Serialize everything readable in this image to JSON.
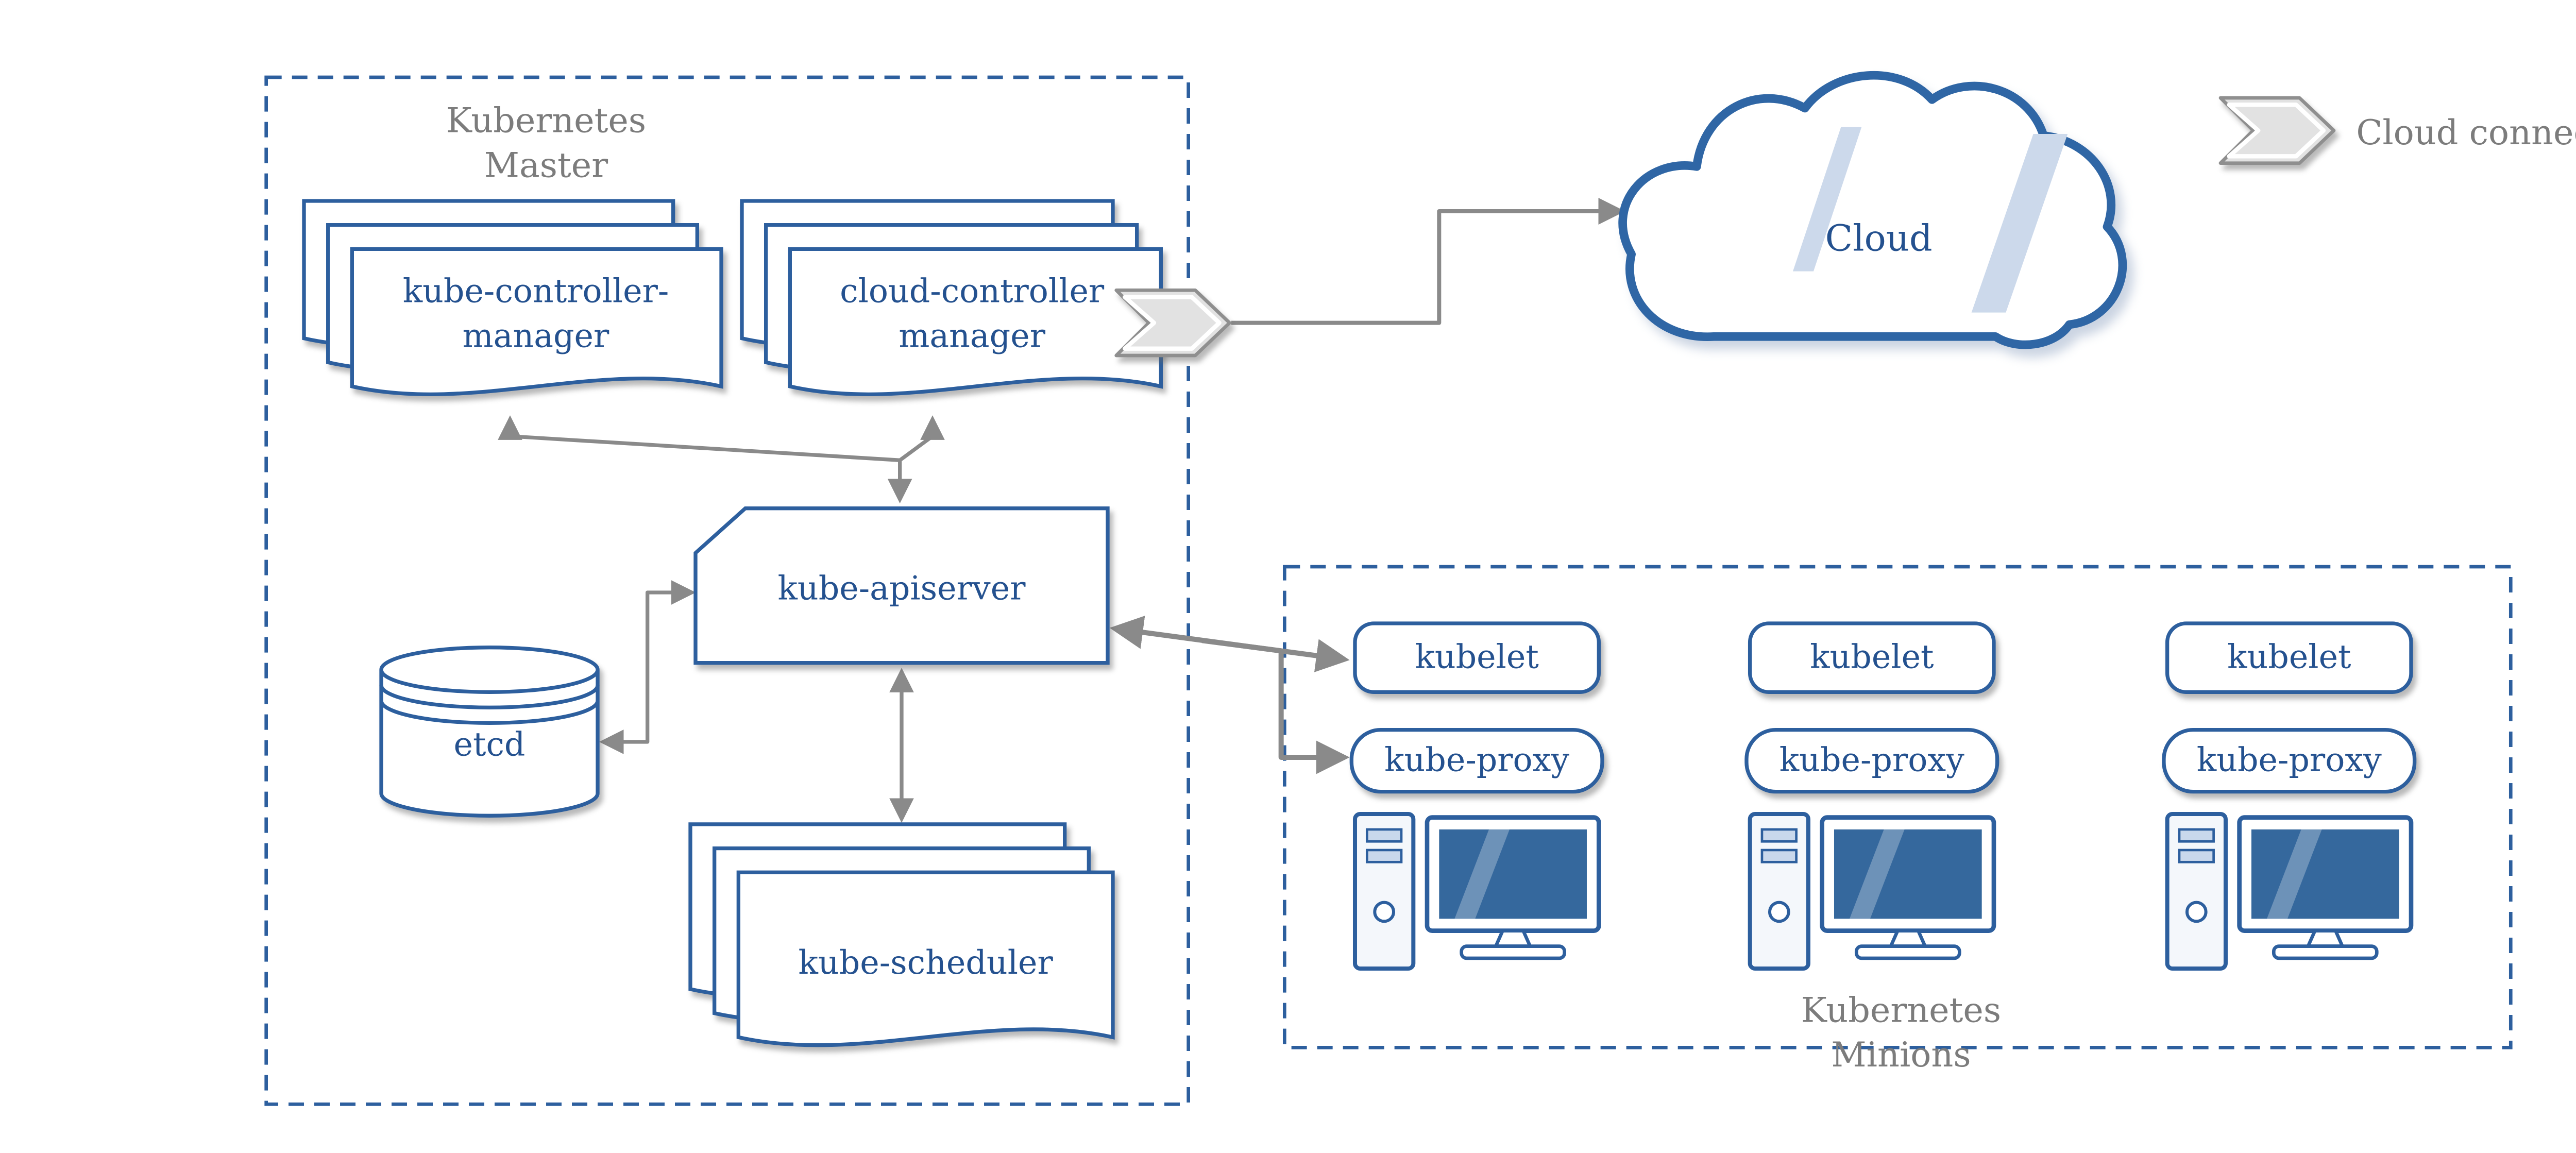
{
  "colors": {
    "accent_blue": "#2d5f9e",
    "text_blue": "#24518f",
    "cloud_border_blue": "#2f66a5",
    "gray_text": "#7c7c7c",
    "arrow_gray": "#8a8a8a",
    "screen_blue": "#35689d",
    "slash_light_blue": "#ccd9eb"
  },
  "icons": {
    "cloud_connector_icon": "chevron-arrow",
    "node_machine_icon": "desktop-computer",
    "etcd_icon": "database-cylinder",
    "cloud_icon": "cloud"
  },
  "master": {
    "title_line1": "Kubernetes",
    "title_line2": "Master",
    "kube_controller_manager_line1": "kube-controller-",
    "kube_controller_manager_line2": "manager",
    "cloud_controller_manager_line1": "cloud-controller",
    "cloud_controller_manager_line2": "manager",
    "kube_apiserver": "kube-apiserver",
    "etcd": "etcd",
    "kube_scheduler": "kube-scheduler"
  },
  "cloud": {
    "label": "Cloud"
  },
  "legend": {
    "cloud_connector": "Cloud connector"
  },
  "minions": {
    "title_line1": "Kubernetes",
    "title_line2": "Minions",
    "nodes": [
      {
        "kubelet": "kubelet",
        "kube_proxy": "kube-proxy"
      },
      {
        "kubelet": "kubelet",
        "kube_proxy": "kube-proxy"
      },
      {
        "kubelet": "kubelet",
        "kube_proxy": "kube-proxy"
      }
    ]
  }
}
